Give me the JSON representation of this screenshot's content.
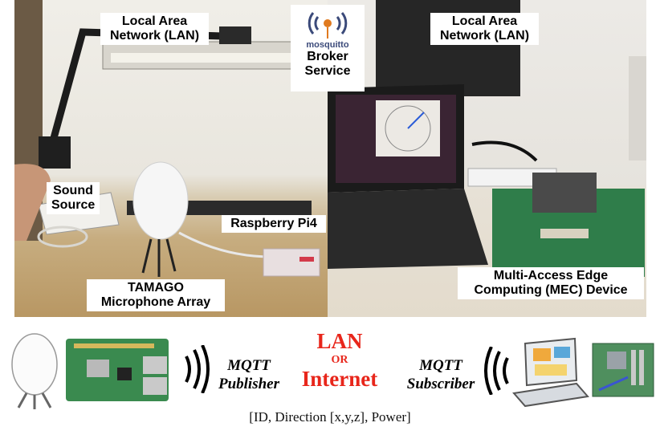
{
  "labels": {
    "left_lan_line1": "Local Area",
    "left_lan_line2": "Network (LAN)",
    "right_lan_line1": "Local Area",
    "right_lan_line2": "Network (LAN)",
    "broker_logo_text": "mosquitto",
    "broker_line1": "Broker",
    "broker_line2": "Service",
    "sound_line1": "Sound",
    "sound_line2": "Source",
    "raspberry": "Raspberry Pi4",
    "tamago_line1": "TAMAGO",
    "tamago_line2": "Microphone Array",
    "mec_line1": "Multi-Access Edge",
    "mec_line2": "Computing (MEC) Device"
  },
  "diagram": {
    "publisher_line1": "MQTT",
    "publisher_line2": "Publisher",
    "subscriber_line1": "MQTT",
    "subscriber_line2": "Subscriber",
    "lan": "LAN",
    "or": "OR",
    "internet": "Internet",
    "payload": "[ID,  Direction [x,y,z], Power]"
  },
  "colors": {
    "accent_red": "#e8261b",
    "board_green": "#2f7d4a",
    "mosquitto_navy": "#3b4a7a",
    "mosquitto_orange": "#e07a1f"
  }
}
